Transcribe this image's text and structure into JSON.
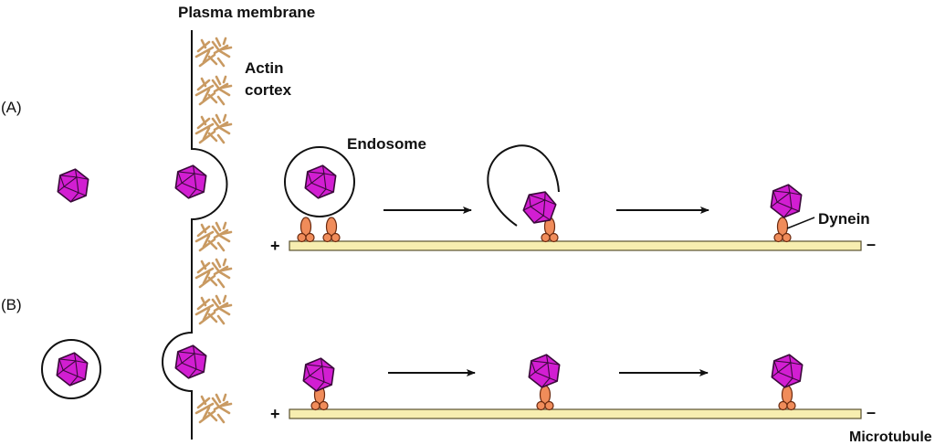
{
  "title": "Plasma membrane",
  "labels": {
    "panel_a": "(A)",
    "panel_b": "(B)",
    "actin_line1": "Actin",
    "actin_line2": "cortex",
    "endosome": "Endosome",
    "dynein": "Dynein",
    "microtubule": "Microtubule",
    "plus_a": "+",
    "minus_a": "–",
    "plus_b": "+",
    "minus_b": "–"
  },
  "colors": {
    "virus_fill": "#d21ed2",
    "virus_stroke": "#3a0a3a",
    "microtubule_fill": "#f7eeb0",
    "microtubule_stroke": "#5a5230",
    "dynein_fill": "#f08c5a",
    "dynein_stroke": "#6a2a10",
    "actin": "#c99a62",
    "line": "#111111"
  },
  "panels": [
    {
      "id": "A",
      "pathway": "endocytosis then endosomal escape",
      "steps": [
        "free virus",
        "virus in membrane invagination",
        "virus in endosome on dynein",
        "endosome ruptures, virus binds dynein",
        "virus transported toward minus end"
      ]
    },
    {
      "id": "B",
      "pathway": "virus in vesicle fuses with membrane",
      "steps": [
        "enveloped virus",
        "virus at membrane indentation",
        "virus on dynein",
        "virus transported",
        "virus at minus end"
      ]
    }
  ]
}
